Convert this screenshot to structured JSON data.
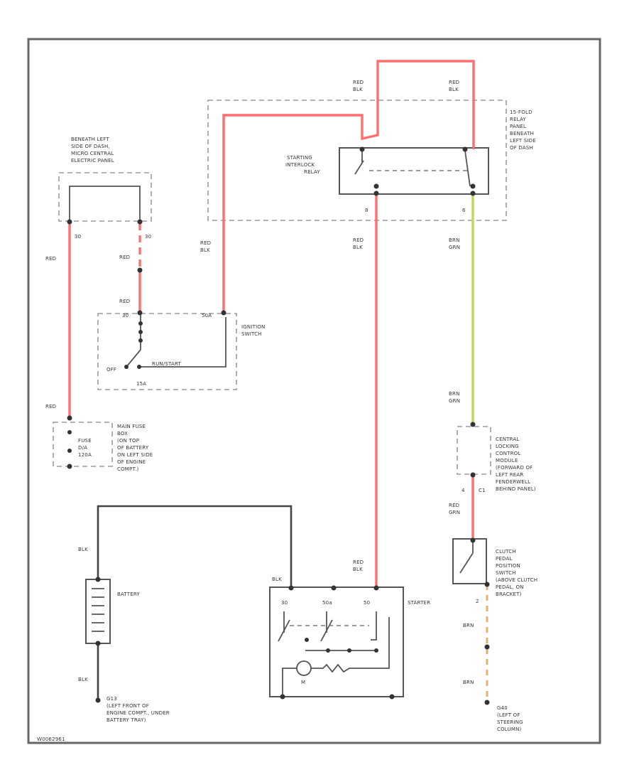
{
  "colors": {
    "red_wire": "#ff6f6f",
    "green_wire": "#c9d25c",
    "brown_wire": "#e0b36c",
    "black_wire": "#444444"
  },
  "labels": {
    "ccu": [
      "BENEATH LEFT",
      "SIDE OF DASH,",
      "MICRO CENTRAL",
      "ELECTRIC PANEL"
    ],
    "relay_panel": [
      "15-FOLD",
      "RELAY",
      "PANEL",
      "BENEATH",
      "LEFT SIDE",
      "OF DASH"
    ],
    "starting_relay": [
      "STARTING",
      "INTERLOCK",
      "RELAY"
    ],
    "ignition": [
      "IGNITION",
      "SWITCH"
    ],
    "fuse_box": [
      "MAIN FUSE",
      "BOX",
      "(ON TOP",
      "OF BATTERY",
      "ON LEFT SIDE",
      "OF ENGINE",
      "COMPT.)"
    ],
    "fuse": [
      "FUSE",
      "D/A",
      "120A"
    ],
    "central_module": [
      "CENTRAL",
      "LOCKING",
      "CONTROL",
      "MODULE",
      "(FORWARD OF",
      "LEFT REAR",
      "FENDERWELL",
      "BEHIND PANEL)"
    ],
    "clutch": [
      "CLUTCH",
      "PEDAL",
      "POSITION",
      "SWITCH",
      "(ABOVE CLUTCH",
      "PEDAL, ON",
      "BRACKET)"
    ],
    "battery": "BATTERY",
    "starter": "STARTER",
    "ground_left": [
      "G13",
      "(LEFT FRONT OF",
      "ENGINE COMPT., UNDER",
      "BATTERY TRAY)"
    ],
    "ground_right": [
      "G40",
      "(LEFT OF",
      "STEERING",
      "COLUMN)"
    ],
    "figure_id": "W0062961"
  },
  "wire_labels": {
    "red": "RED",
    "red_blk": [
      "RED",
      "BLK"
    ],
    "brn_grn": [
      "BRN",
      "GRN"
    ],
    "red_grn": [
      "RED",
      "GRN"
    ],
    "blk": "BLK",
    "brn": "BRN"
  },
  "terminals": {
    "ccu_left": "30",
    "ccu_right": "30",
    "ign_30": "30",
    "ign_50": "50A",
    "ign_off": "OFF",
    "ign_run": "RUN/START",
    "ign_bottom": "15A",
    "relay_left": "8",
    "relay_right": "6",
    "module_pin": "C1",
    "module_num": "4",
    "clutch_pin": "2",
    "starter_30": "30",
    "starter_50a": "50a",
    "starter_50": "50",
    "starter_m": "M"
  }
}
